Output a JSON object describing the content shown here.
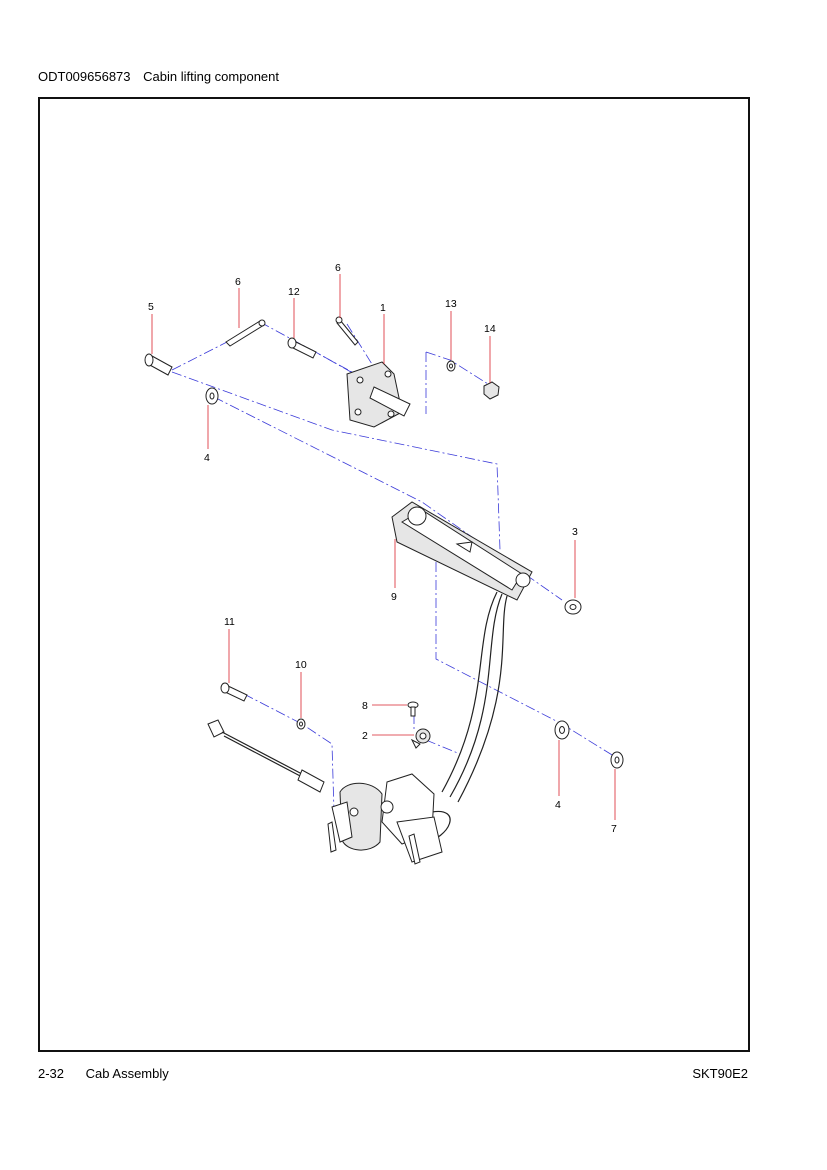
{
  "header": {
    "code": "ODT009656873",
    "title": "Cabin lifting component"
  },
  "footer": {
    "page": "2-32",
    "section": "Cab Assembly",
    "model": "SKT90E2"
  },
  "callouts": {
    "c1": "1",
    "c2": "2",
    "c3": "3",
    "c4a": "4",
    "c4b": "4",
    "c5": "5",
    "c6a": "6",
    "c6b": "6",
    "c7": "7",
    "c8": "8",
    "c9": "9",
    "c10": "10",
    "c11": "11",
    "c12": "12",
    "c13": "13",
    "c14": "14"
  },
  "colors": {
    "leader_lines": "#d9232d",
    "centre_lines": "#3b3bd9",
    "frame": "#111111"
  }
}
